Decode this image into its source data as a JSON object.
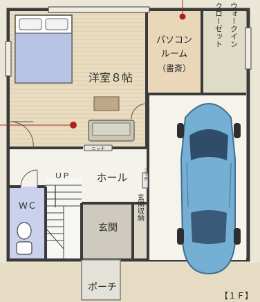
{
  "rooms": {
    "western_room": "洋室８帖",
    "pc_room_line1": "パソコン",
    "pc_room_line2": "ルーム",
    "pc_room_line3": "（書斎）",
    "walk_in_closet": "ウォークイン\nクローゼット",
    "hall": "ホール",
    "entrance": "玄関",
    "entrance_storage": "玄関収納",
    "wc": "ＷＣ",
    "porch": "ポーチ"
  },
  "labels": {
    "stairs_up": "ＵＰ",
    "niche_1": "ニッチ",
    "niche_2": "ニッチ",
    "floor": "【１Ｆ】"
  },
  "colors": {
    "wall": "#3a3a3a",
    "western_floor": "#e2d2b4",
    "pc_floor": "#ead7ba",
    "closet_floor": "#dedcc6",
    "hall_floor": "#f4f2ea",
    "wc_floor": "#c9d1ec",
    "entrance_floor": "#cfcabf",
    "garage_floor": "#f5f3ec",
    "car_body": "#75afd4",
    "marker": "#a8241c"
  }
}
